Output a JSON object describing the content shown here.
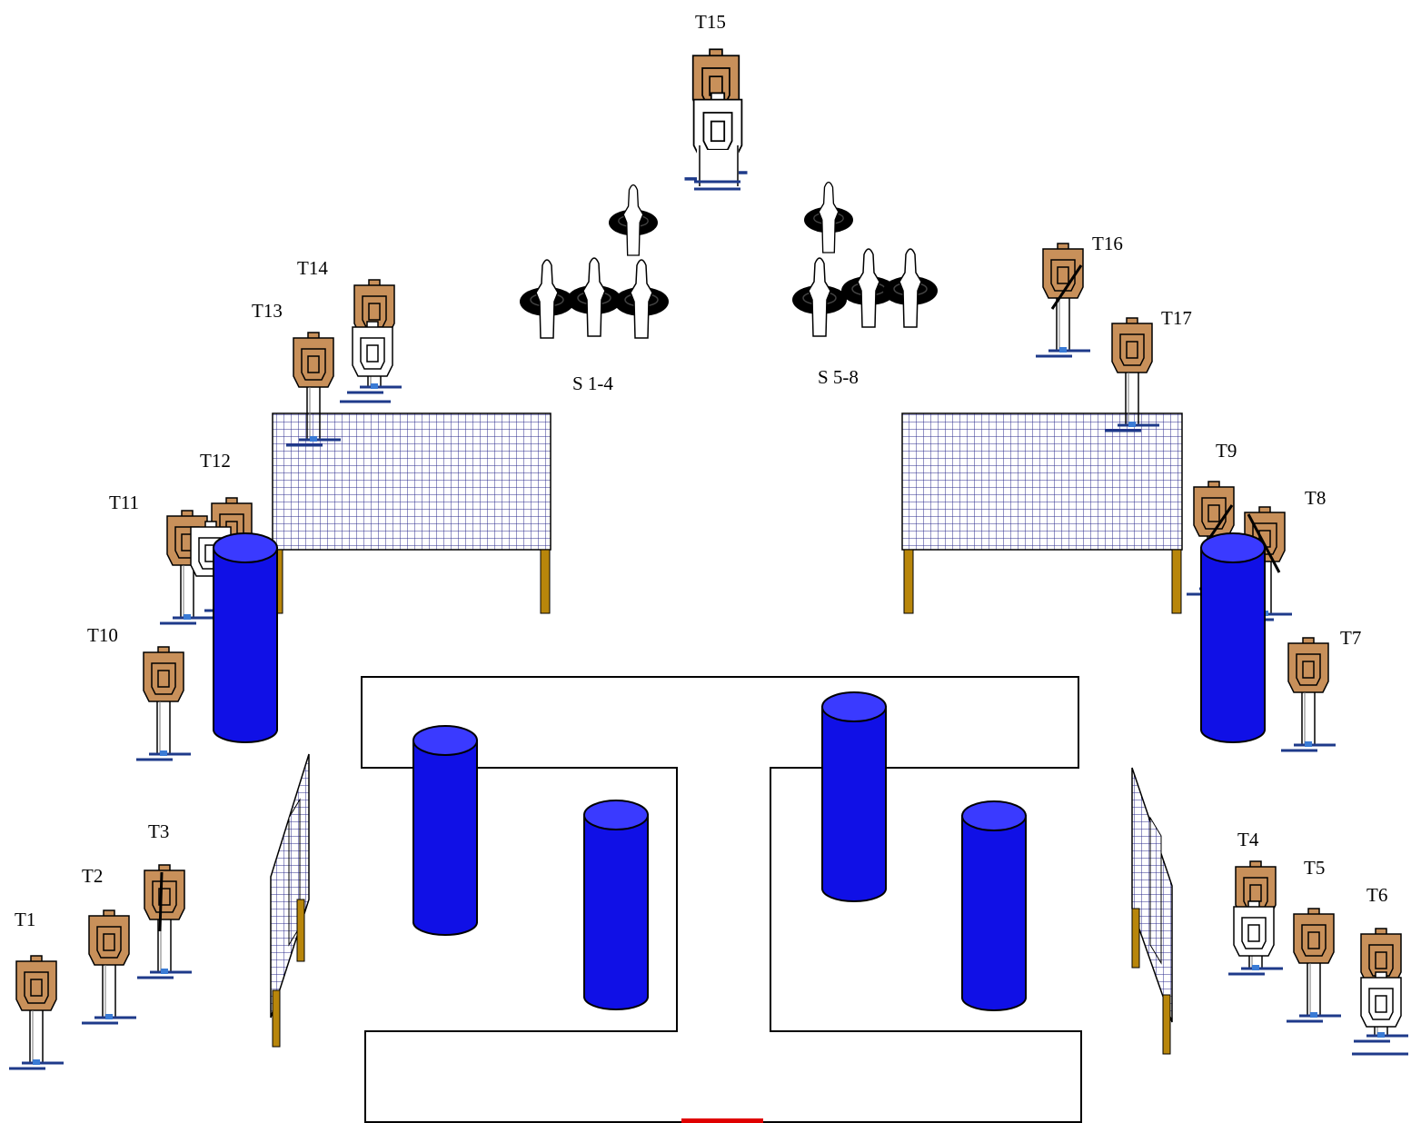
{
  "colors": {
    "target_brown": "#c8905a",
    "no_shoot_white": "#ffffff",
    "barrel_blue": "#1010e6",
    "barrel_top": "#3a3aff",
    "wall_grid": "#2b2b8c",
    "post_gold": "#b8860b",
    "stand_blue": "#1e3a8a",
    "start_red": "#e00000",
    "steel_black": "#000000"
  },
  "targets": [
    {
      "id": "T1",
      "label": "T1",
      "style": "brown"
    },
    {
      "id": "T2",
      "label": "T2",
      "style": "brown"
    },
    {
      "id": "T3",
      "label": "T3",
      "style": "brown-slash"
    },
    {
      "id": "T4",
      "label": "T4",
      "style": "brown-with-noshoot"
    },
    {
      "id": "T5",
      "label": "T5",
      "style": "brown"
    },
    {
      "id": "T6",
      "label": "T6",
      "style": "brown-with-noshoot"
    },
    {
      "id": "T7",
      "label": "T7",
      "style": "brown"
    },
    {
      "id": "T8",
      "label": "T8",
      "style": "brown-slash"
    },
    {
      "id": "T9",
      "label": "T9",
      "style": "brown-slash"
    },
    {
      "id": "T10",
      "label": "T10",
      "style": "brown"
    },
    {
      "id": "T11",
      "label": "T11",
      "style": "brown-with-noshoot"
    },
    {
      "id": "T12",
      "label": "T12",
      "style": "brown"
    },
    {
      "id": "T13",
      "label": "T13",
      "style": "brown"
    },
    {
      "id": "T14",
      "label": "T14",
      "style": "brown-with-noshoot"
    },
    {
      "id": "T15",
      "label": "T15",
      "style": "brown-with-noshoot"
    },
    {
      "id": "T16",
      "label": "T16",
      "style": "brown-slash"
    },
    {
      "id": "T17",
      "label": "T17",
      "style": "brown"
    }
  ],
  "steel_groups": [
    {
      "id": "S1-4",
      "label": "S 1-4"
    },
    {
      "id": "S5-8",
      "label": "S 5-8"
    }
  ]
}
